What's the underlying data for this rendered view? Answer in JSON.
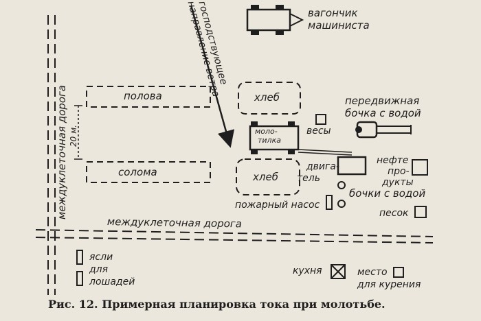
{
  "labels": {
    "wagon": [
      "вагончик",
      "машиниста"
    ],
    "wind": [
      "господствующее",
      "направление ветра"
    ],
    "chaff": "полова",
    "grain_top": "хлеб",
    "grain_bottom": "хлеб",
    "straw": "солома",
    "distance": "20 м.",
    "thresher": [
      "моло-",
      "тилка"
    ],
    "scales": "весы",
    "mobile_tank": [
      "передвижная",
      "бочка с водой"
    ],
    "engine": [
      "двига-",
      "тель"
    ],
    "oil": [
      "нефте",
      "про-",
      "дукты"
    ],
    "water_barrels": "бочки с водой",
    "fire_pump": "пожарный насос",
    "sand": "песок",
    "road_vertical": "междуклеточная дорога",
    "road_horizontal": "междуклеточная дорога",
    "horse_feeders": [
      "ясли",
      "для",
      "лошадей"
    ],
    "kitchen": "кухня",
    "smoking": [
      "место",
      "для курения"
    ]
  },
  "caption": "Рис. 12. Примерная планировка тока при молотьбе.",
  "colors": {
    "ink": "#1e1e1e",
    "paper": "#ece7dc"
  }
}
